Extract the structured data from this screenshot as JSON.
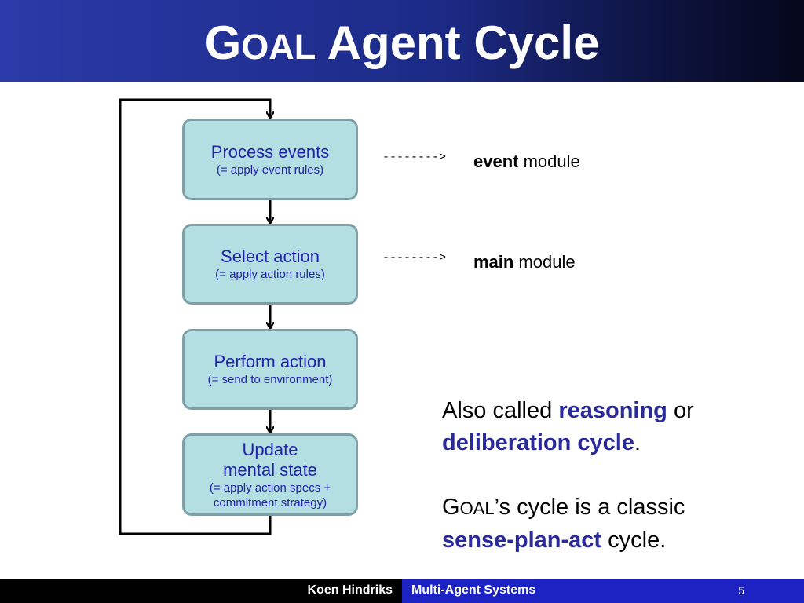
{
  "header": {
    "title_goal_first": "G",
    "title_goal_rest": "OAL",
    "title_rest": " Agent Cycle"
  },
  "steps": [
    {
      "label": "Process events",
      "sub": "(= apply event rules)"
    },
    {
      "label": "Select action",
      "sub": "(= apply action rules)"
    },
    {
      "label": "Perform action",
      "sub": "(= send to environment)"
    },
    {
      "label_line1": "Update",
      "label_line2": "mental state",
      "sub_line1": "(= apply action specs +",
      "sub_line2": "commitment strategy)"
    }
  ],
  "modules": [
    {
      "arrow": "-------->",
      "bold": "event",
      "rest": " module"
    },
    {
      "arrow": "-------->",
      "bold": "main",
      "rest": " module"
    }
  ],
  "notes": {
    "p1_a": "Also called ",
    "p1_hl1": "reasoning",
    "p1_b": " or",
    "p1_hl2": "deliberation cycle",
    "p1_c": ".",
    "p2_goal_first": "G",
    "p2_goal_rest": "OAL",
    "p2_a": "’s cycle is a classic",
    "p2_hl": "sense-plan-act",
    "p2_b": " cycle."
  },
  "footer": {
    "author": "Koen Hindriks",
    "course": "Multi-Agent Systems",
    "page": "5"
  },
  "colors": {
    "box_fill": "#b3dfe3",
    "box_border": "#7e9fa6",
    "box_text": "#2222aa",
    "highlight": "#2a2a9a",
    "footer_right": "#1c23c2"
  }
}
